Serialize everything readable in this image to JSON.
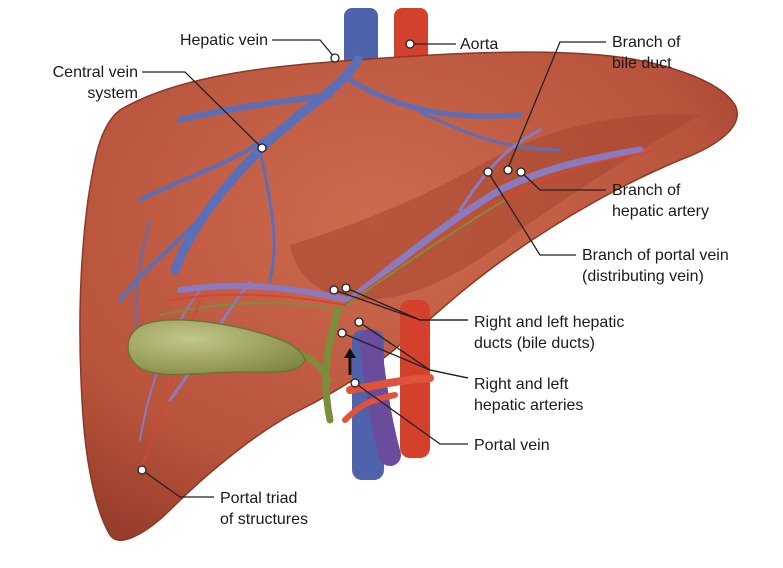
{
  "labels": {
    "hepatic_vein": [
      "Hepatic vein"
    ],
    "aorta": [
      "Aorta"
    ],
    "central_vein": [
      "Central vein",
      "system"
    ],
    "bile_duct_branch": [
      "Branch of",
      "bile duct"
    ],
    "hepatic_artery_branch": [
      "Branch of",
      "hepatic artery"
    ],
    "portal_vein_branch": [
      "Branch of portal vein",
      "(distributing vein)"
    ],
    "hepatic_ducts": [
      "Right and left hepatic",
      "ducts (bile ducts)"
    ],
    "hepatic_arteries": [
      "Right and left",
      "hepatic arteries"
    ],
    "portal_vein": [
      "Portal vein"
    ],
    "portal_triad": [
      "Portal triad",
      "of structures"
    ]
  },
  "colors": {
    "liver": "#b8533c",
    "liver_shadow": "#9a3f2c",
    "vein": "#5a6fb8",
    "artery": "#d8452f",
    "bile": "#7a8f3a",
    "gallbladder": "#9aa05a",
    "leader": "#222222"
  }
}
